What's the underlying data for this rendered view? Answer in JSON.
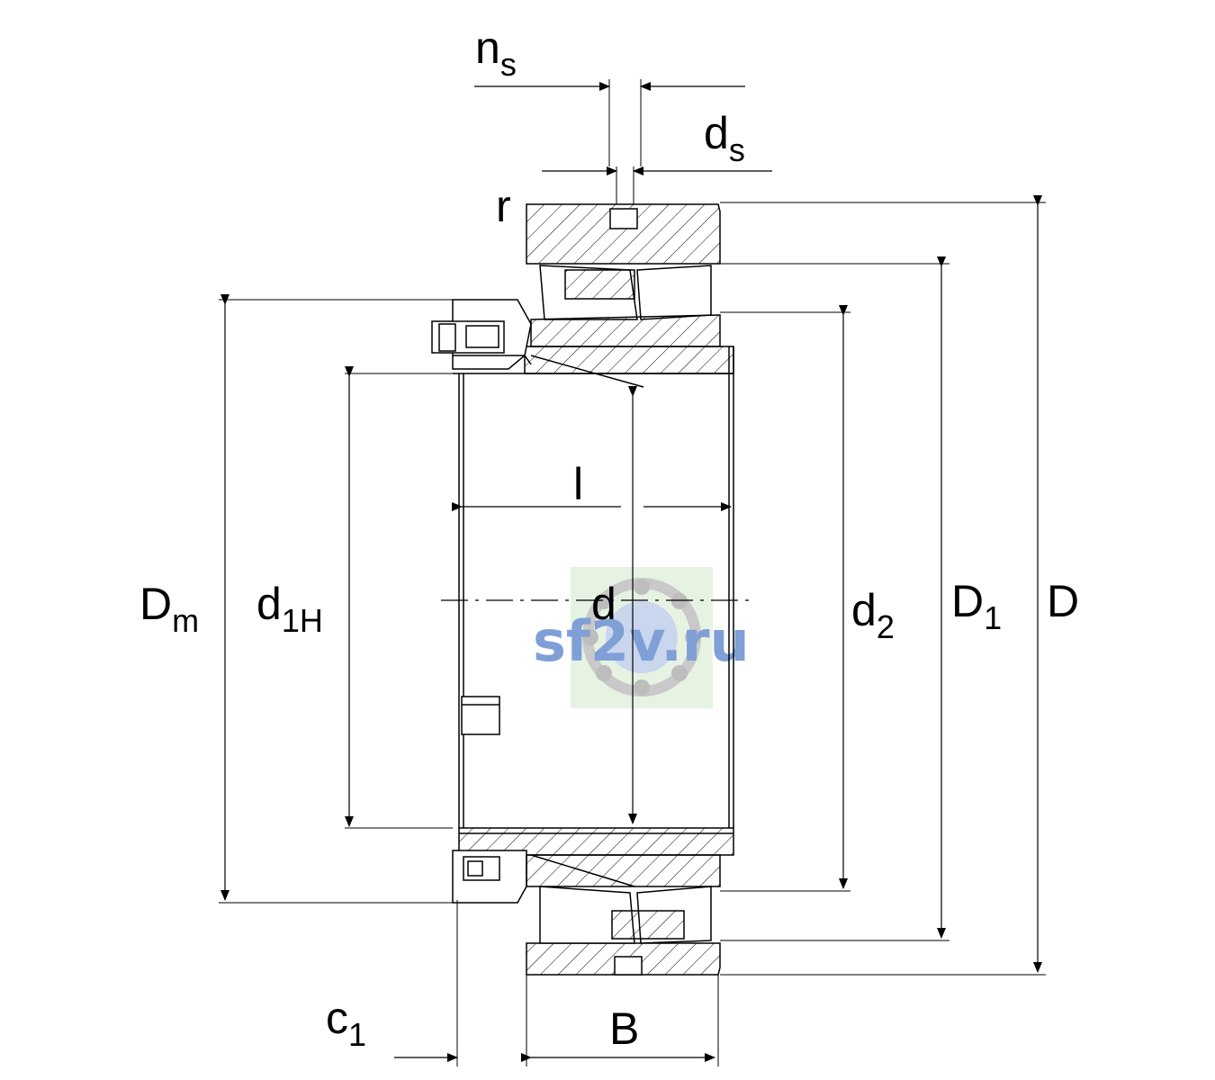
{
  "labels": {
    "n": "n",
    "n_sub": "s",
    "d": "d",
    "d_sub": "s",
    "r": "r",
    "D": "D",
    "Dm": "D",
    "Dm_sub": "m",
    "d1H": "d",
    "d1H_sub": "1H",
    "d2": "d",
    "d2_sub": "2",
    "D1": "D",
    "D1_sub": "1",
    "l": "l",
    "bore_d": "d",
    "c1": "c",
    "c1_sub": "1",
    "B": "B"
  },
  "watermark": {
    "text": "sf2v.ru",
    "color": "#7f9fd6",
    "bg": "#e6f3e2"
  },
  "colors": {
    "line": "#000000",
    "background": "#ffffff"
  }
}
